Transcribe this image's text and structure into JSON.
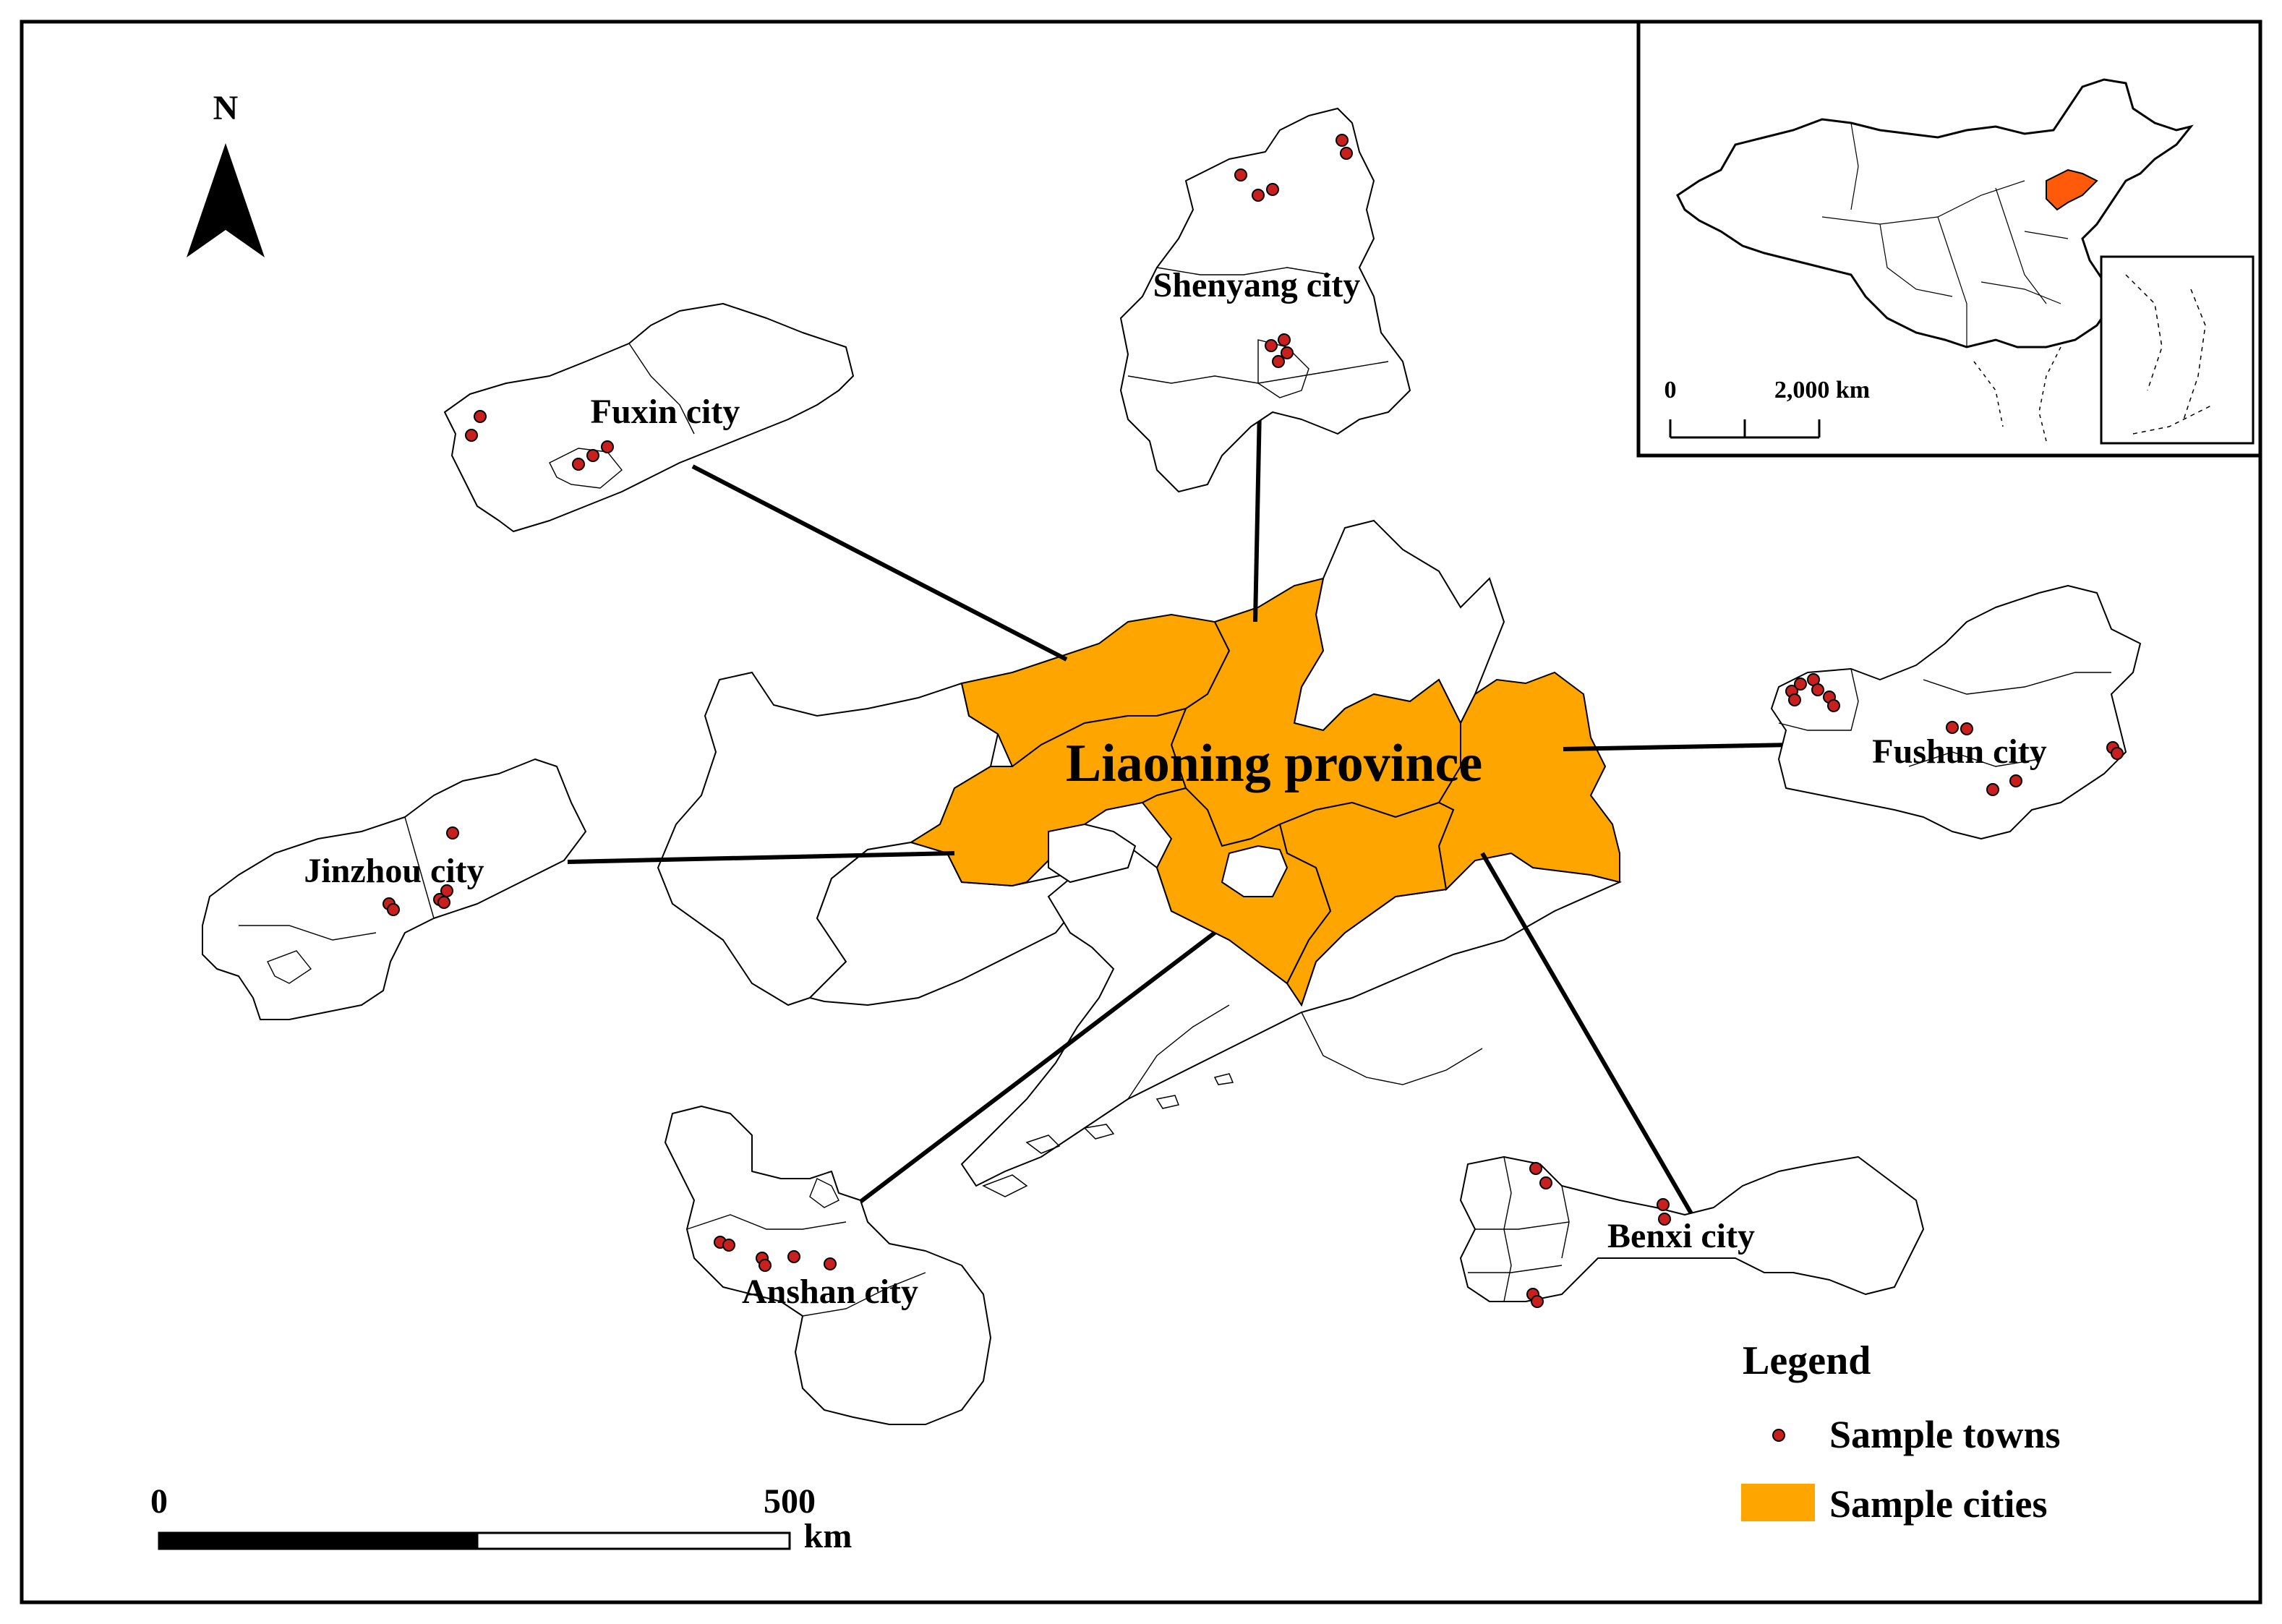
{
  "north_arrow": {
    "label": "N"
  },
  "province": {
    "label": "Liaoning province"
  },
  "cities": {
    "fuxin": {
      "label": "Fuxin city"
    },
    "shenyang": {
      "label": "Shenyang city"
    },
    "jinzhou": {
      "label": "Jinzhou city"
    },
    "fushun": {
      "label": "Fushun city"
    },
    "anshan": {
      "label": "Anshan city"
    },
    "benxi": {
      "label": "Benxi city"
    }
  },
  "inset": {
    "scale_start": "0",
    "scale_end": "2,000 km"
  },
  "scale_bar": {
    "start": "0",
    "end": "500",
    "unit": "km"
  },
  "legend": {
    "title": "Legend",
    "items": [
      {
        "label": "Sample towns"
      },
      {
        "label": "Sample cities"
      }
    ]
  },
  "colors": {
    "sample_city_fill": "#FFA500",
    "town_dot": "#C8201E",
    "highlight_province": "#FF5A0A",
    "outline": "#000000"
  }
}
